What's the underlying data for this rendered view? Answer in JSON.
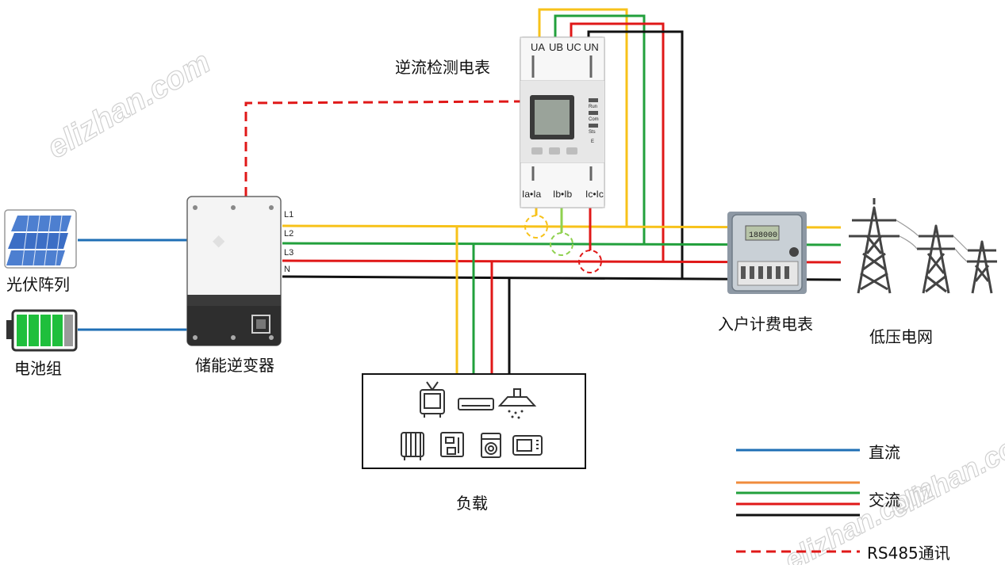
{
  "labels": {
    "meter_title": "逆流检测电表",
    "meter_terminals_top": [
      "UA",
      "UB",
      "UC",
      "UN"
    ],
    "meter_terminals_bottom": [
      "Ia•Ia",
      "Ib•Ib",
      "Ic•Ic"
    ],
    "meter_side_leds": [
      "Run",
      "Com",
      "Sts",
      "E"
    ],
    "pv": "光伏阵列",
    "battery": "电池组",
    "inverter": "储能逆变器",
    "load": "负载",
    "grid_meter": "入户计费电表",
    "grid_meter_display": "188000",
    "grid": "低压电网",
    "lines": [
      "L1",
      "L2",
      "L3",
      "N"
    ],
    "watermark": "elizhan.com"
  },
  "legend": [
    {
      "label": "直流",
      "type": "dc",
      "colors": [
        "#1f6fb5"
      ]
    },
    {
      "label": "交流",
      "type": "ac",
      "colors": [
        "#f08c3c",
        "#22a03c",
        "#e01818",
        "#111111"
      ]
    },
    {
      "label": "RS485通讯",
      "type": "rs485",
      "colors": [
        "#e01818"
      ]
    }
  ],
  "colors": {
    "L1": "#f7c21a",
    "L2": "#22a03c",
    "L3": "#e01818",
    "N": "#111111",
    "dc": "#1f6fb5",
    "rs485": "#e01818",
    "ct_a": "#f7c21a",
    "ct_b": "#8fd14f",
    "ct_c": "#e01818"
  },
  "icons": [
    "solar-panel-icon",
    "battery-icon",
    "inverter-icon",
    "energy-meter-icon",
    "utility-meter-icon",
    "transmission-tower-icon",
    "tv-icon",
    "range-hood-icon",
    "heater-icon",
    "coffee-machine-icon",
    "washing-machine-icon",
    "microwave-icon"
  ]
}
